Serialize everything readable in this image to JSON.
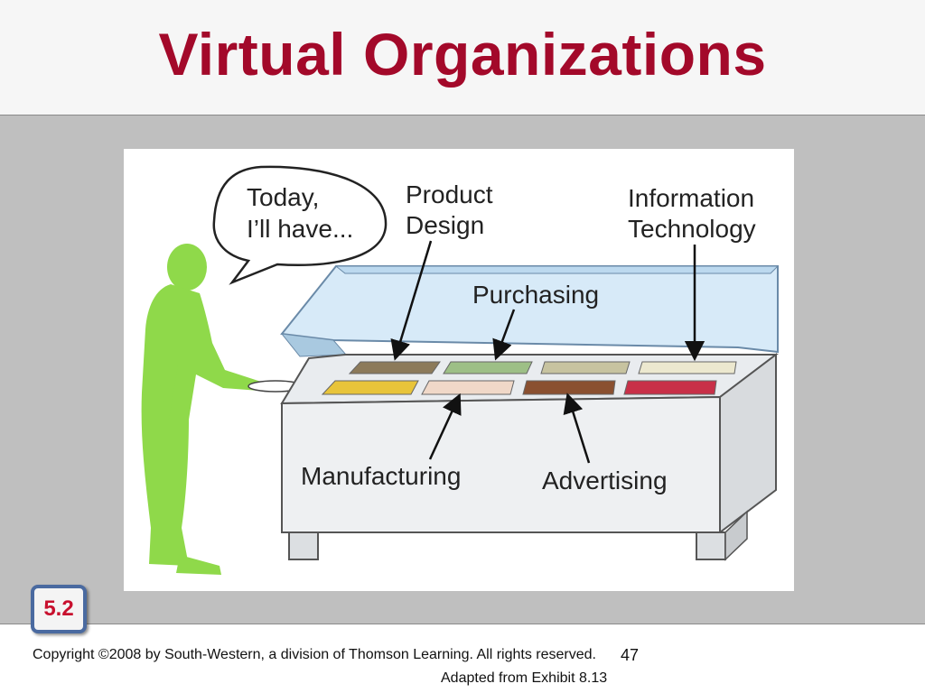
{
  "slide": {
    "title": "Virtual Organizations",
    "badge": "5.2",
    "copyright": "Copyright ©2008 by South-Western, a division of Thomson Learning.  All rights reserved.",
    "page_number": "47",
    "source_note": "Adapted from Exhibit 8.13"
  },
  "illustration": {
    "speech_line1": "Today,",
    "speech_line2": "I’ll have...",
    "product_design_line1": "Product",
    "product_design_line2": "Design",
    "info_tech_line1": "Information",
    "info_tech_line2": "Technology",
    "purchasing": "Purchasing",
    "manufacturing": "Manufacturing",
    "advertising": "Advertising"
  },
  "colors": {
    "title": "#a3092a",
    "figure": "#8fd94a",
    "badge_border": "#4a6aa0",
    "badge_text": "#c8102e"
  }
}
